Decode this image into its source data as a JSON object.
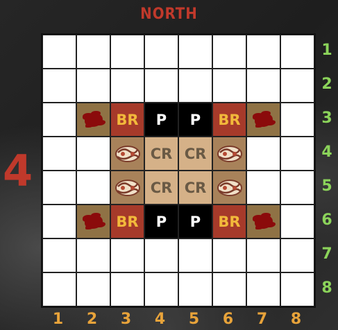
{
  "header": {
    "north_label": "NORTH"
  },
  "side_marker": "4",
  "columns": [
    "1",
    "2",
    "3",
    "4",
    "5",
    "6",
    "7",
    "8"
  ],
  "rows": [
    "1",
    "2",
    "3",
    "4",
    "5",
    "6",
    "7",
    "8"
  ],
  "board": [
    [
      "",
      "",
      "",
      "",
      "",
      "",
      "",
      ""
    ],
    [
      "",
      "",
      "",
      "",
      "",
      "",
      "",
      ""
    ],
    [
      "",
      "blood",
      "BR",
      "P",
      "P",
      "BR",
      "blood",
      ""
    ],
    [
      "",
      "",
      "snake",
      "CR",
      "CR",
      "snake",
      "",
      ""
    ],
    [
      "",
      "",
      "snake",
      "CR",
      "CR",
      "snake",
      "",
      ""
    ],
    [
      "",
      "blood",
      "BR",
      "P",
      "P",
      "BR",
      "blood",
      ""
    ],
    [
      "",
      "",
      "",
      "",
      "",
      "",
      "",
      ""
    ],
    [
      "",
      "",
      "",
      "",
      "",
      "",
      "",
      ""
    ]
  ],
  "icons": {
    "blood": "blood-splatter-icon",
    "snake": "coiled-creature-icon"
  },
  "colors": {
    "north": "#c0392b",
    "column_labels": "#e8a33a",
    "row_labels": "#8bd35a",
    "br_tile": "#a63a2a",
    "br_text": "#f2b93b",
    "p_tile": "#000000",
    "cr_tile": "#d5b188"
  }
}
